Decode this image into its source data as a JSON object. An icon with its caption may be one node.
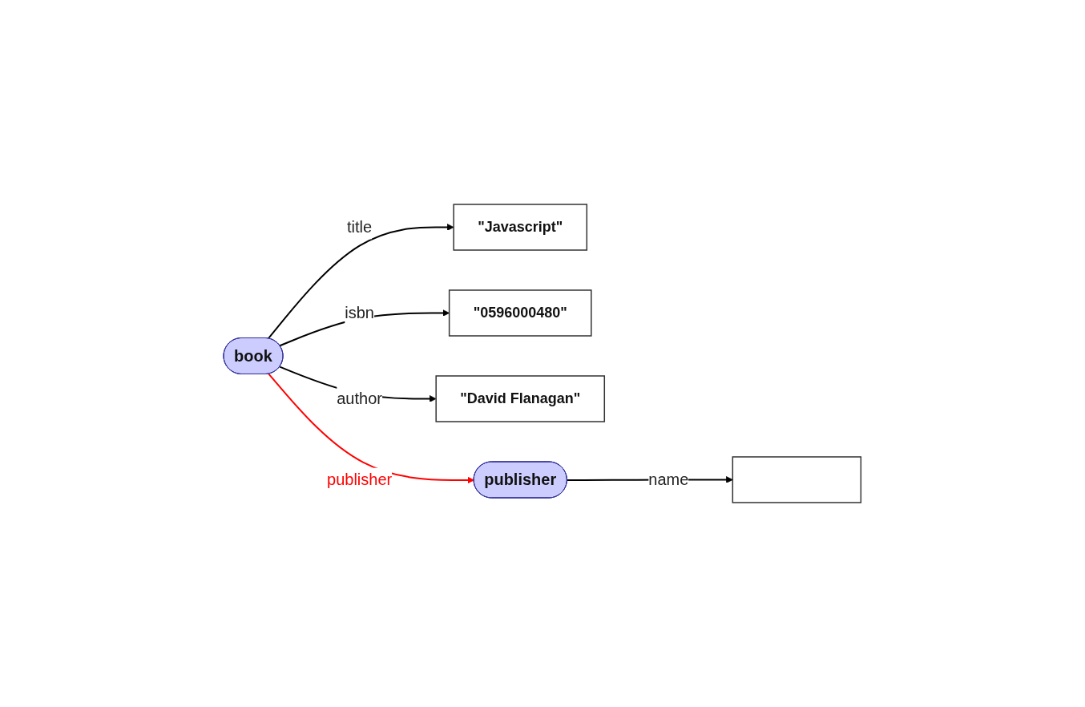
{
  "diagram": {
    "nodes": [
      {
        "text": [
          "book"
        ]
      },
      {
        "text": [
          "\"Javascript\""
        ]
      },
      {
        "text": [
          "\"0596000480\""
        ]
      },
      {
        "text": [
          "\"David Flanagan\""
        ]
      },
      {
        "text": [
          "publisher"
        ]
      },
      {
        "text": [],
        "shape": "box"
      }
    ],
    "edges": [
      {
        "from": 0,
        "to": 1,
        "arrow": "to",
        "label": "title"
      },
      {
        "from": 0,
        "to": 2,
        "arrow": "to",
        "label": "isbn"
      },
      {
        "from": 0,
        "to": 3,
        "arrow": "to",
        "label": "author"
      },
      {
        "from": 0,
        "to": 4,
        "arrow": "to",
        "label": "publisher",
        "color": "#ff0000"
      },
      {
        "from": 4,
        "to": 5,
        "arrow": "to",
        "label": "name"
      }
    ]
  }
}
